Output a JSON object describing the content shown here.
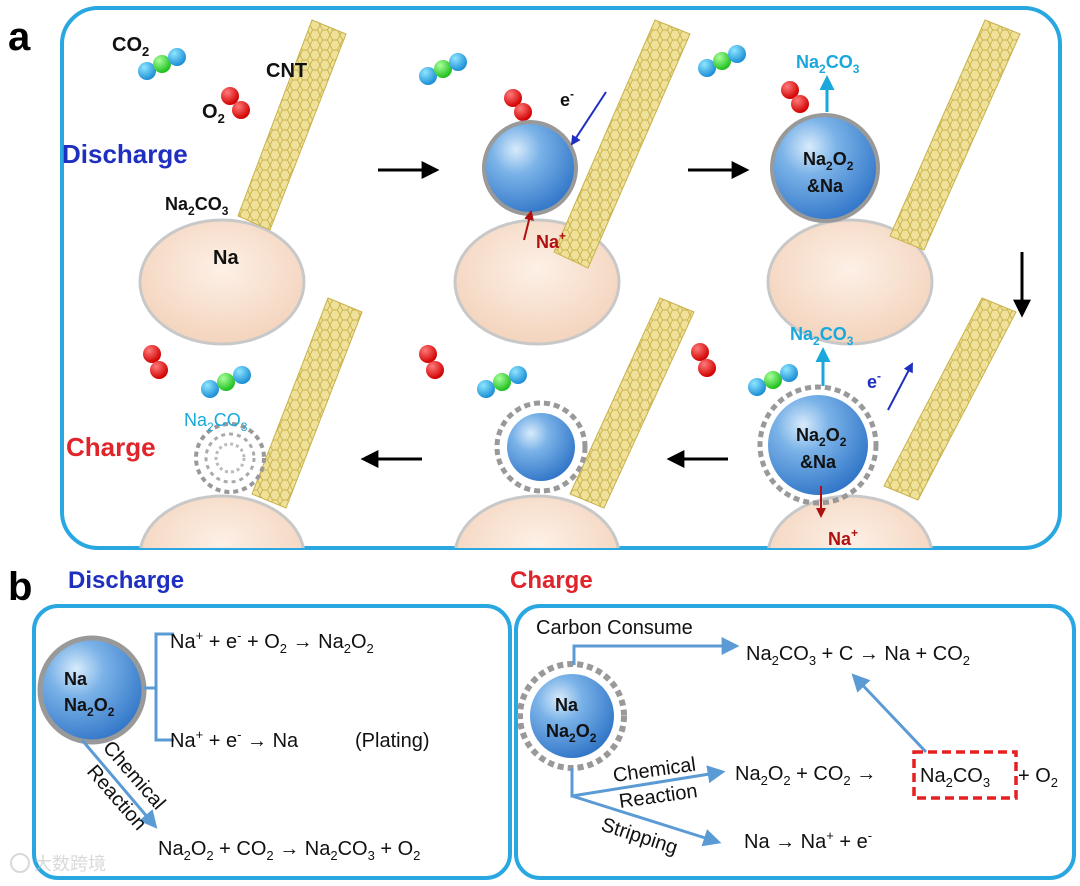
{
  "panel_a": {
    "label": "a",
    "discharge_label": "Discharge",
    "charge_label": "Charge",
    "cnt": "CNT",
    "co2": {
      "base": "CO",
      "sub": "2"
    },
    "o2": {
      "base": "O",
      "sub": "2"
    },
    "na": "Na",
    "na2co3": {
      "p1": "Na",
      "s1": "2",
      "p2": "CO",
      "s2": "3"
    },
    "electron": {
      "base": "e",
      "sup": "-"
    },
    "na_ion": {
      "base": "Na",
      "sup": "+"
    },
    "particle_line1": {
      "p1": "Na",
      "s1": "2",
      "p2": "O",
      "s2": "2"
    },
    "particle_line2": "&Na"
  },
  "panel_b": {
    "label": "b",
    "discharge_title": "Discharge",
    "charge_title": "Charge",
    "particle_top": "Na",
    "particle_bottom": {
      "p1": "Na",
      "s1": "2",
      "p2": "O",
      "s2": "2"
    },
    "discharge_reactions": {
      "r1": {
        "a": "Na",
        "a_sup": "+",
        "b": " + e",
        "b_sup": "-",
        "c": " + O",
        "c_sub": "2",
        "arrow": " → ",
        "d": "Na",
        "d_sub": "2",
        "e": "O",
        "e_sub": "2"
      },
      "r2": {
        "a": "Na",
        "a_sup": "+",
        "b": " + e",
        "b_sup": "-",
        "arrow": " → ",
        "c": "Na"
      },
      "r2_note": "(Plating)",
      "r3": {
        "a": "Na",
        "a_sub": "2",
        "b": "O",
        "b_sub": "2",
        "c": " + CO",
        "c_sub": "2",
        "arrow": " → ",
        "d": "Na",
        "d_sub": "2",
        "e": "CO",
        "e_sub": "3",
        "f": " + O",
        "f_sub": "2"
      },
      "path_label_1": "Chemical",
      "path_label_2": "Reaction"
    },
    "charge_reactions": {
      "carbon_consume": "Carbon Consume",
      "r1": {
        "a": "Na",
        "a_sub": "2",
        "b": "CO",
        "b_sub": "3",
        "c": " + C → Na + CO",
        "c_sub": "2"
      },
      "chemical": "Chemical",
      "reaction": "Reaction",
      "r2": {
        "a": "Na",
        "a_sub": "2",
        "b": "O",
        "b_sub": "2",
        "c": " + CO",
        "c_sub": "2",
        "arrow": " → "
      },
      "r2_box": {
        "a": "Na",
        "a_sub": "2",
        "b": "CO",
        "b_sub": "3"
      },
      "r2_tail": {
        "a": "+ O",
        "a_sub": "2"
      },
      "stripping": "Stripping",
      "r3": {
        "a": "Na → Na",
        "a_sup": "+",
        "b": " + e",
        "b_sup": "-"
      }
    }
  },
  "watermark": "大数跨境",
  "colors": {
    "frame": "#29a7e1",
    "discharge": "#1f2fbf",
    "charge": "#e0242a",
    "na2co3": "#1aa8dc",
    "cnt": "#e8d77a",
    "sphere": "#4a90d6",
    "na_base": "#f7d9c4",
    "arrow_blue": "#5b9bd5",
    "dashed_box": "#e62020"
  }
}
